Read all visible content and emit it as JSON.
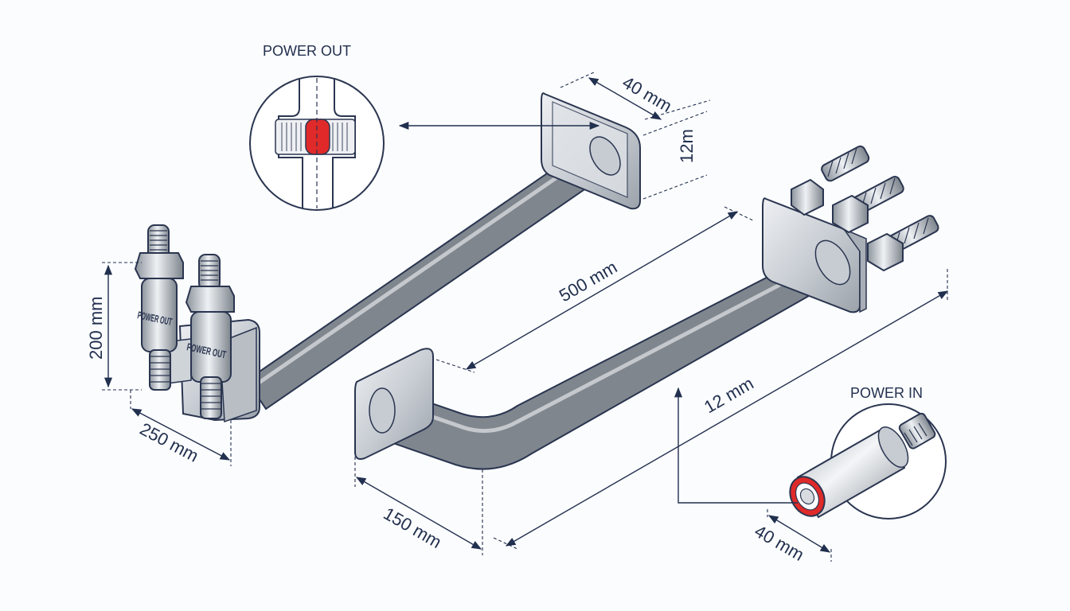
{
  "labels": {
    "power_out": "POWER OUT",
    "power_in": "POWER IN",
    "stamp_1": "POWER OUT",
    "stamp_2": "POWER OUT"
  },
  "dimensions": {
    "flange_width": "40 mm",
    "flange_thickness": "12m",
    "left_height": "200 mm",
    "left_width": "250 mm",
    "rod_length": "500 mm",
    "lower_length": "12 mm",
    "bend_leg": "150 mm",
    "connector_diameter": "40 mm"
  },
  "colors": {
    "outline": "#2a3550",
    "dimension": "#22304f",
    "steel_light": "#f2f4f6",
    "steel_mid": "#c3c8ce",
    "steel_dark": "#8d949c",
    "accent_red": "#e02a2a"
  }
}
